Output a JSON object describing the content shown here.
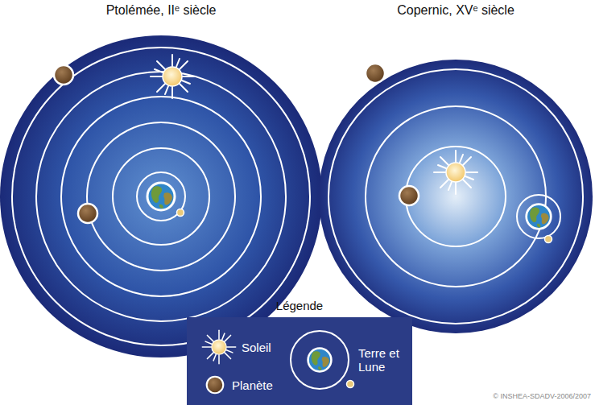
{
  "diagram": {
    "labels": [
      "Ptolémée, IIᵉ siècle",
      "Copernic, XVᵉ siècle",
      "Légende",
      "© INSHEA-SDADV-2006/2007"
    ],
    "legend": [
      {
        "text": "Soleil"
      },
      {
        "text": "Planète"
      },
      {
        "text": "Terre et Lune"
      }
    ]
  }
}
